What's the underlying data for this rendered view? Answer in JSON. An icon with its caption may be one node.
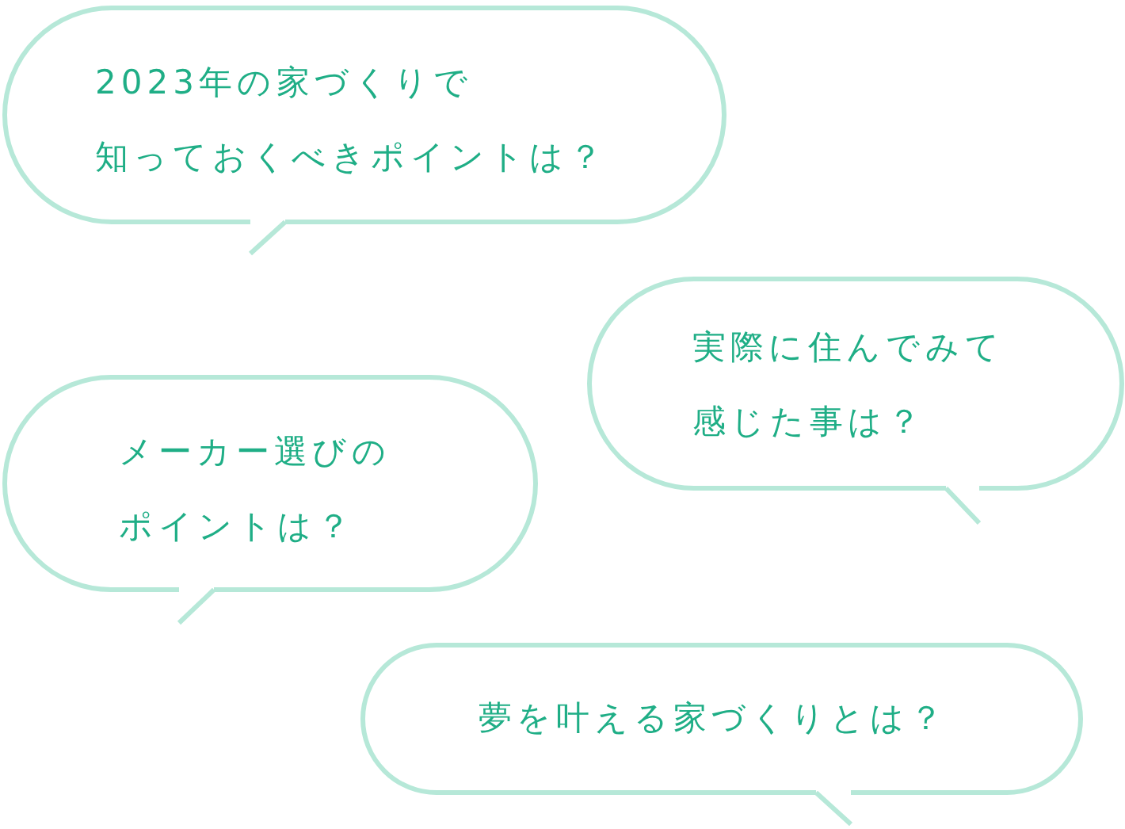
{
  "diagram": {
    "nodes": [
      {
        "text": [
          "2023年の家づくりで知っておくべきポイントは？"
        ]
      },
      {
        "text": [
          "実際に住んでみて感じた事は？"
        ]
      },
      {
        "text": [
          "メーカー選びのポイントは？"
        ]
      },
      {
        "text": [
          "夢を叶える家づくりとは？"
        ]
      }
    ]
  }
}
